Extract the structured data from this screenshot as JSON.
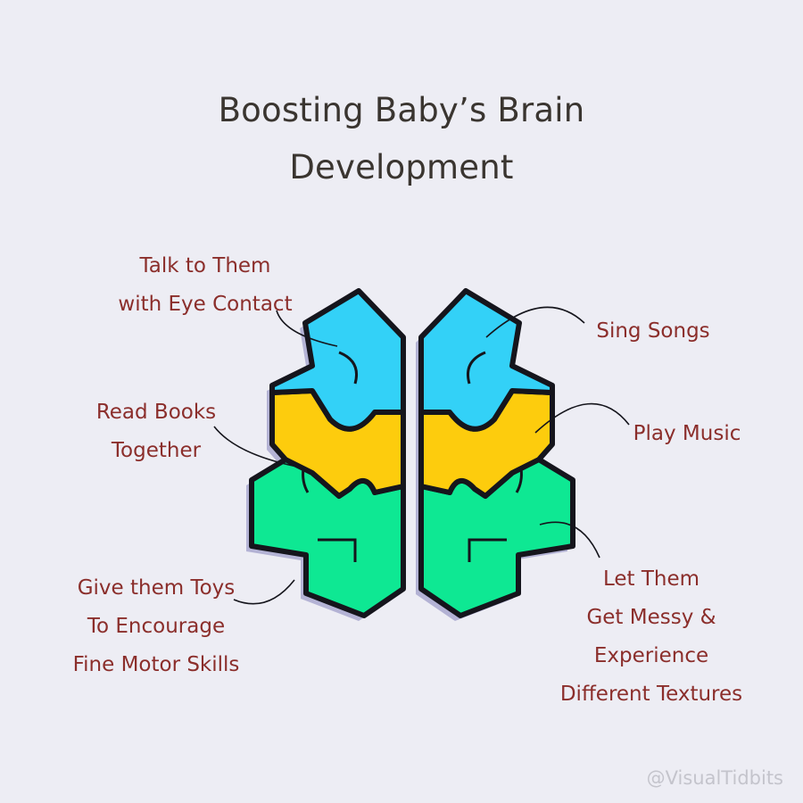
{
  "title": {
    "line1": "Boosting Baby’s Brain",
    "line2": "Development"
  },
  "labels": {
    "talk": [
      "Talk to Them",
      "with Eye Contact"
    ],
    "read": [
      "Read Books",
      "Together"
    ],
    "toys": [
      "Give them Toys",
      "To Encourage",
      "Fine Motor Skills"
    ],
    "sing": [
      "Sing Songs"
    ],
    "music": [
      "Play Music"
    ],
    "messy": [
      "Let Them",
      "Get Messy &",
      "Experience",
      "Different Textures"
    ]
  },
  "watermark": "@VisualTidbits",
  "colors": {
    "background": "#ededf4",
    "blue": "#33d1f7",
    "yellow": "#fdcc0d",
    "green": "#0ee893",
    "outline": "#15151c",
    "shadow": "#a9a8cf",
    "label_text": "#8b2e2b",
    "title_text": "#3a3530"
  }
}
